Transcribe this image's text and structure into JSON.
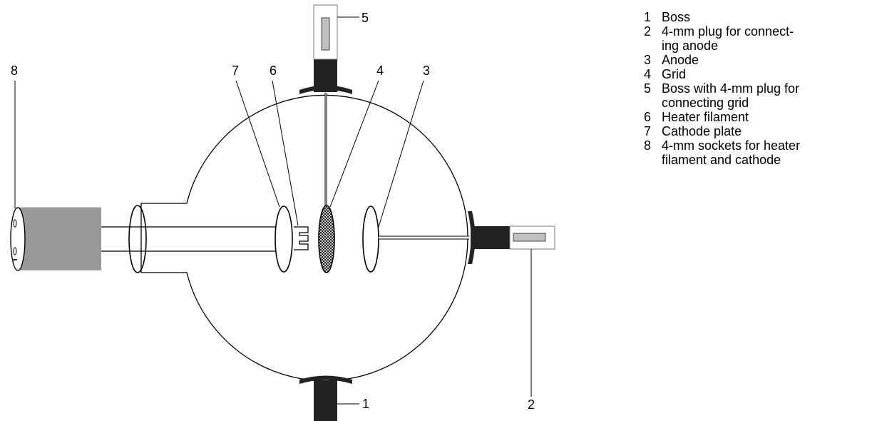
{
  "callouts": [
    "1",
    "2",
    "3",
    "4",
    "5",
    "6",
    "7",
    "8"
  ],
  "legend": [
    {
      "num": "1",
      "text": "Boss"
    },
    {
      "num": "2",
      "text": "4-mm plug for connect-\ning anode"
    },
    {
      "num": "3",
      "text": "Anode"
    },
    {
      "num": "4",
      "text": "Grid"
    },
    {
      "num": "5",
      "text": "Boss with 4-mm plug for\nconnecting grid"
    },
    {
      "num": "6",
      "text": "Heater filament"
    },
    {
      "num": "7",
      "text": "Cathode plate"
    },
    {
      "num": "8",
      "text": "4-mm sockets for heater\nfilament and cathode"
    }
  ]
}
